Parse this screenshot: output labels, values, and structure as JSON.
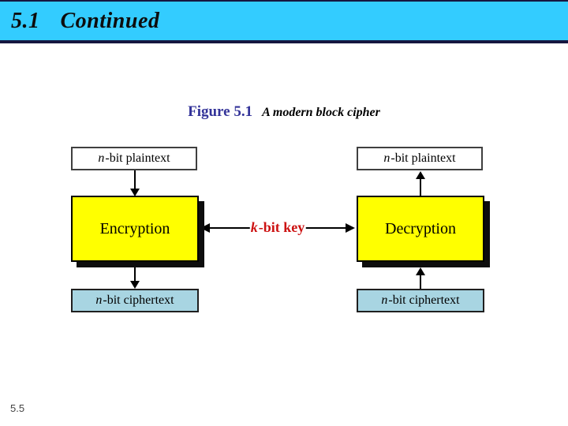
{
  "header": {
    "number": "5.1",
    "word": "Continued"
  },
  "caption": {
    "label": "Figure 5.1",
    "text": "A modern block cipher"
  },
  "page_number": "5.5",
  "diagram": {
    "key_label": {
      "var": "k",
      "rest": "-bit key"
    },
    "left": {
      "input": {
        "var": "n",
        "rest": "-bit plaintext"
      },
      "process": "Encryption",
      "output": {
        "var": "n",
        "rest": "-bit ciphertext"
      }
    },
    "right": {
      "input": {
        "var": "n",
        "rest": "-bit plaintext"
      },
      "process": "Decryption",
      "output": {
        "var": "n",
        "rest": "-bit ciphertext"
      }
    },
    "colors": {
      "header_bg": "#33CCFF",
      "process_fill": "#FFFF00",
      "ciphertext_fill": "#A8D5E2",
      "key_text": "#CC1111",
      "figure_label": "#333399"
    }
  }
}
